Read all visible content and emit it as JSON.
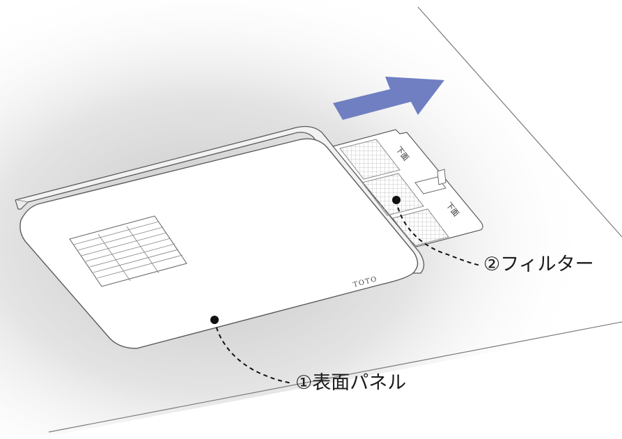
{
  "labels": {
    "panel": "①表面パネル",
    "filter": "②フィルター"
  },
  "brand": "TOTO",
  "filter_marks": [
    "下面",
    "下面"
  ],
  "icons": {
    "direction": "right-arrow-icon"
  },
  "colors": {
    "arrow": "#6f7fc2",
    "line": "#5a5a5a",
    "shadow": "#c9c9c9",
    "mesh": "#b9b9b9"
  }
}
